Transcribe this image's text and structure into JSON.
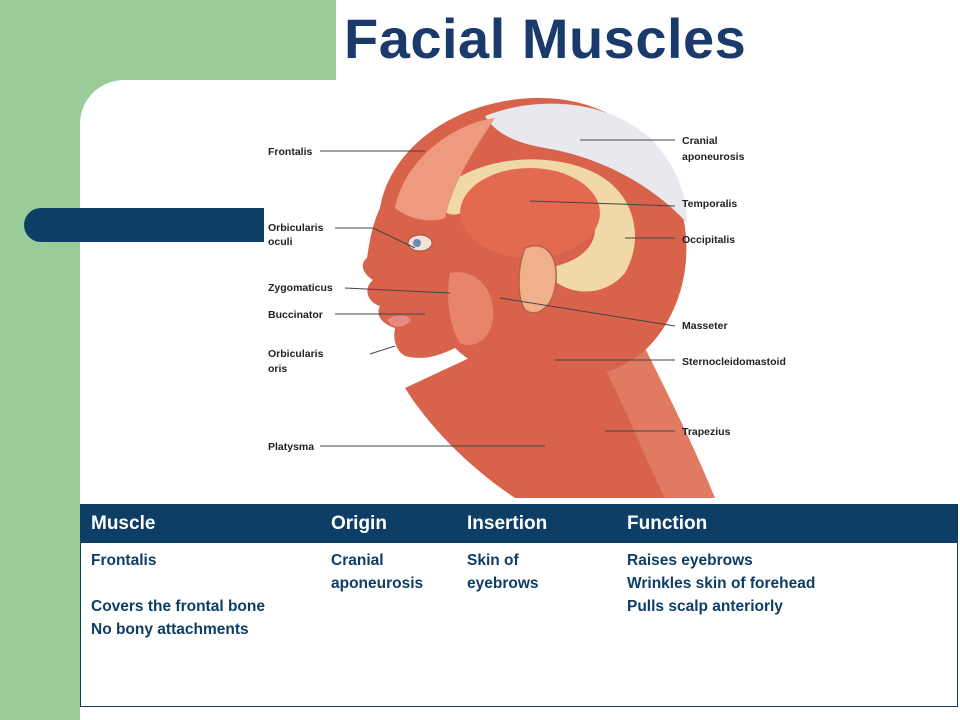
{
  "slide": {
    "title": "Facial Muscles"
  },
  "figure": {
    "labels_left": [
      "Frontalis",
      "Orbicularis",
      "oculi",
      "Zygomaticus",
      "Buccinator",
      "Orbicularis",
      "oris",
      "Platysma"
    ],
    "labels_right": [
      "Cranial",
      "aponeurosis",
      "Temporalis",
      "Occipitalis",
      "Masseter",
      "Sternocleidomastoid",
      "Trapezius"
    ]
  },
  "table": {
    "headers": [
      "Muscle",
      "Origin",
      "Insertion",
      "Function"
    ],
    "row": {
      "muscle_lines": [
        "Frontalis",
        "Covers the frontal bone",
        "No bony attachments"
      ],
      "origin_lines": [
        "Cranial",
        "aponeurosis"
      ],
      "insertion_lines": [
        "Skin of",
        "eyebrows"
      ],
      "function_lines": [
        "Raises eyebrows",
        "Wrinkles skin of forehead",
        "Pulls scalp anteriorly"
      ]
    }
  },
  "colors": {
    "green": "#99cc99",
    "navy": "#0e3d66",
    "title": "#1a3a6b",
    "muscle": "#d9624a",
    "muscle_light": "#ee9a7e",
    "aponeurosis": "#e8e8ee",
    "bone": "#f0d9a6"
  }
}
